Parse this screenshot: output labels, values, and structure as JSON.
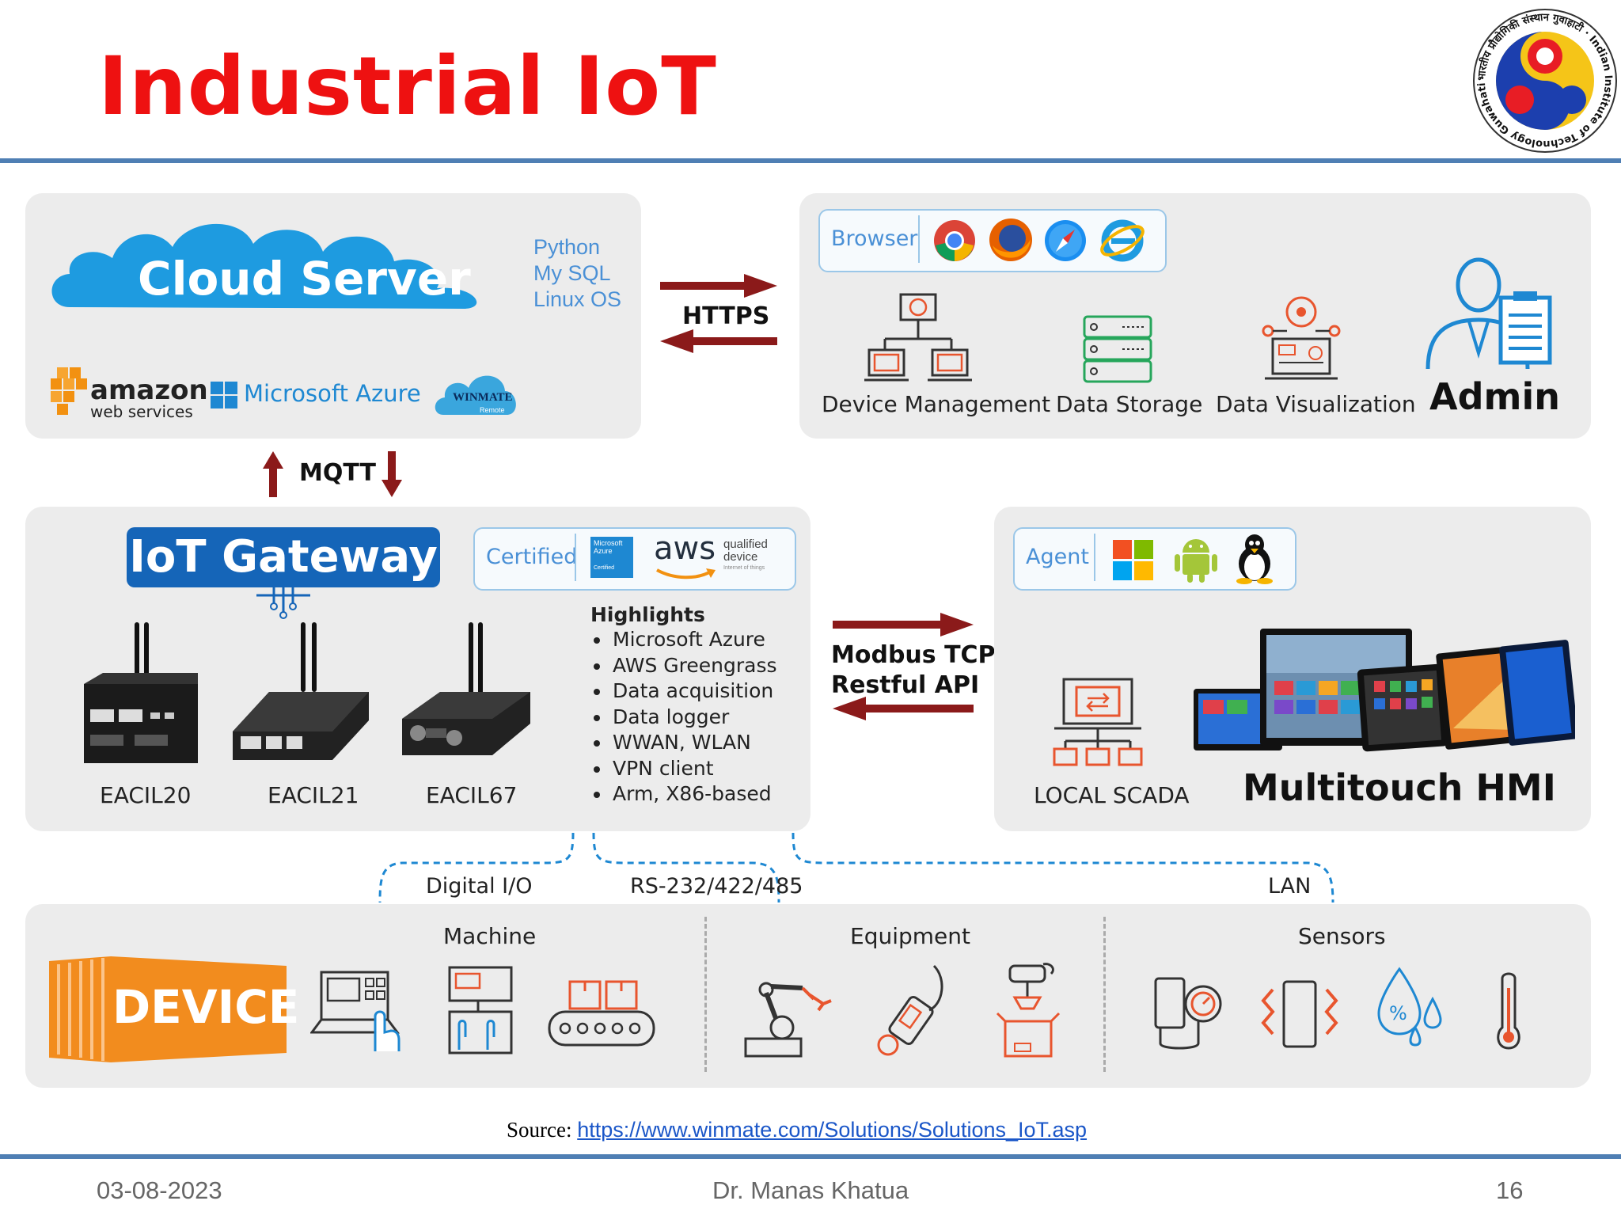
{
  "slide": {
    "title": "Industrial IoT",
    "logo_text": "भारतीय प्रौद्योगिकी संस्थान गुवाहाटी · Indian Institute of Technology Guwahati",
    "page_number": "16",
    "date": "03-08-2023",
    "author": "Dr. Manas Khatua"
  },
  "cloud": {
    "title": "Cloud Server",
    "stack": [
      "Python",
      "My SQL",
      "Linux OS"
    ],
    "providers": {
      "amazon_top": "amazon",
      "amazon_bottom": "web services",
      "azure": "Microsoft Azure",
      "winmate": "WINMATE",
      "winmate_sub": "Remote"
    }
  },
  "links": {
    "https": "HTTPS",
    "mqtt": "MQTT",
    "modbus_line1": "Modbus TCP",
    "modbus_line2": "Restful API"
  },
  "browser_panel": {
    "browser_label": "Browser",
    "browsers": [
      "chrome-icon",
      "firefox-icon",
      "safari-icon",
      "ie-icon"
    ],
    "features": [
      "Device Management",
      "Data Storage",
      "Data Visualization"
    ],
    "admin": "Admin"
  },
  "gateway": {
    "title": "IoT Gateway",
    "certified_label": "Certified",
    "azure_badge_line1": "Microsoft",
    "azure_badge_line2": "Azure",
    "azure_badge_line3": "Certified",
    "aws": "aws",
    "aws_qualified_line1": "qualified",
    "aws_qualified_line2": "device",
    "aws_qualified_line3": "Internet of things",
    "devices": [
      "EACIL20",
      "EACIL21",
      "EACIL67"
    ],
    "highlights_title": "Highlights",
    "highlights": [
      "Microsoft Azure",
      "AWS Greengrass",
      "Data acquisition",
      "Data logger",
      "WWAN, WLAN",
      "VPN client",
      "Arm, X86-based"
    ]
  },
  "agent_panel": {
    "agent_label": "Agent",
    "os_icons": [
      "windows-icon",
      "android-icon",
      "linux-icon"
    ],
    "local_scada": "LOCAL SCADA",
    "hmi_title": "Multitouch HMI"
  },
  "buses": {
    "digital_io": "Digital I/O",
    "serial": "RS-232/422/485",
    "lan": "LAN"
  },
  "device_panel": {
    "device_label": "DEVICE",
    "groups": [
      "Machine",
      "Equipment",
      "Sensors"
    ],
    "percent_symbol": "%"
  },
  "source": {
    "prefix": "Source:",
    "url": "https://www.winmate.com/Solutions/Solutions_IoT.asp"
  },
  "colors": {
    "title": "#ee1111",
    "rule": "#4f7fb4",
    "cloud": "#1e9be0",
    "gateway": "#1565b8",
    "arrow": "#8b1a1a",
    "device": "#f28c1e",
    "icon_red": "#e8552e",
    "icon_green": "#26a65b",
    "icon_blue": "#1e88d2"
  }
}
